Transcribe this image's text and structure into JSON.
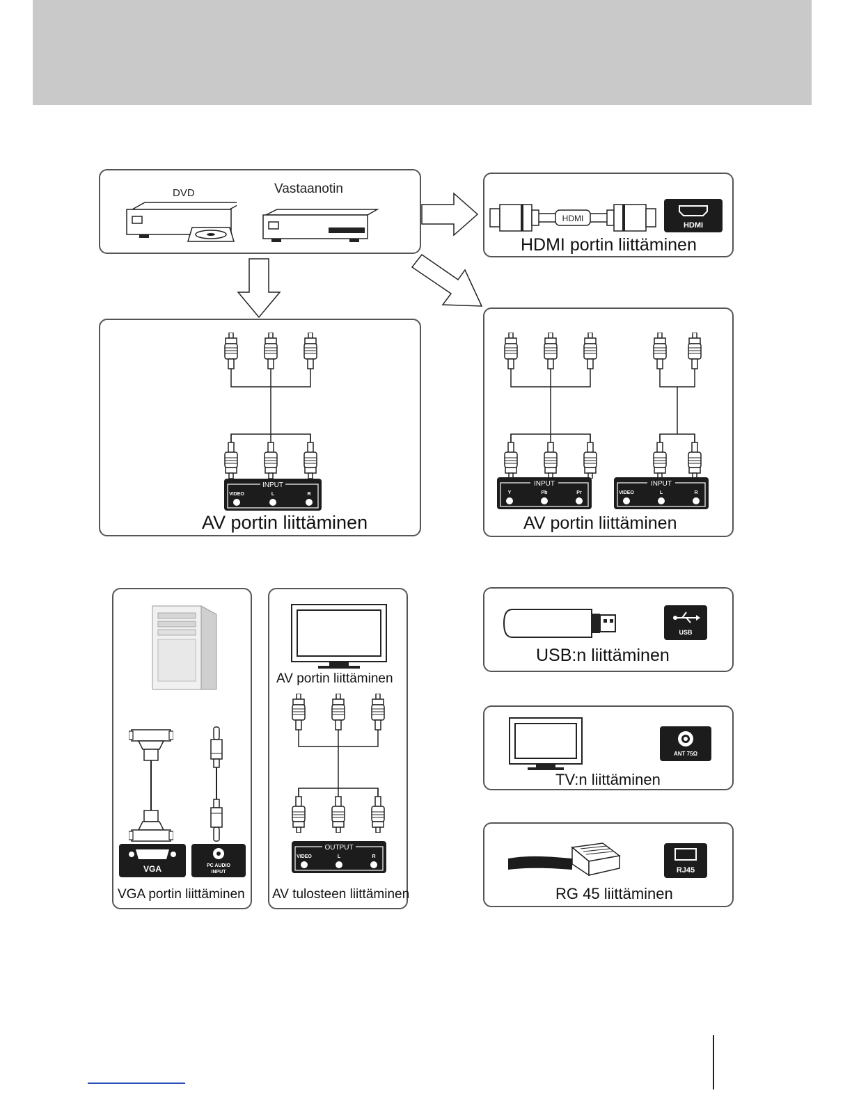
{
  "source_panel": {
    "dvd_label": "DVD",
    "receiver_label": "Vastaanotin"
  },
  "hdmi_panel": {
    "cable_label": "HDMI",
    "port_label": "HDMI",
    "caption": "HDMI portin liittäminen"
  },
  "av_panel_left": {
    "input_label": "INPUT",
    "jacks": [
      "VIDEO",
      "L",
      "R"
    ],
    "caption": "AV portin liittäminen"
  },
  "av_panel_right": {
    "component_input_label": "INPUT",
    "component_jacks": [
      "Y",
      "Pb",
      "Pr"
    ],
    "audio_input_label": "INPUT",
    "audio_jacks": [
      "VIDEO",
      "L",
      "R"
    ],
    "caption": "AV portin liittäminen"
  },
  "vga_panel": {
    "vga_port_label": "VGA",
    "audio_port_label_1": "PC AUDIO",
    "audio_port_label_2": "INPUT",
    "caption": "VGA portin liittäminen"
  },
  "av_out_panel": {
    "top_caption": "AV portin liittäminen",
    "output_label": "OUTPUT",
    "jacks": [
      "VIDEO",
      "L",
      "R"
    ],
    "caption": "AV tulosteen liittäminen"
  },
  "usb_panel": {
    "port_label": "USB",
    "caption": "USB:n liittäminen"
  },
  "tv_panel": {
    "port_label": "ANT 75Ω",
    "caption": "TV:n liittäminen"
  },
  "rj45_panel": {
    "port_label": "RJ45",
    "caption": "RG 45 liittäminen"
  },
  "colors": {
    "header_band": "#c9c9c9",
    "port_plate": "#1c1c1c",
    "footer_link_rule": "#2b4db8"
  }
}
